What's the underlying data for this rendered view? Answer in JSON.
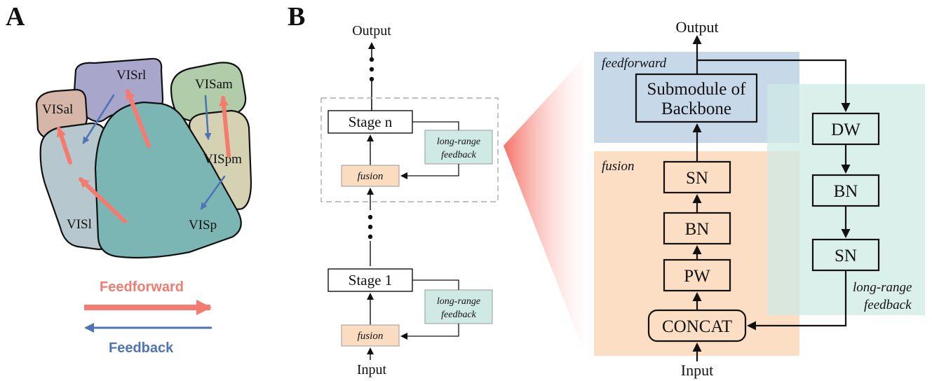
{
  "panel_a": {
    "letter": "A",
    "areas": {
      "visrl": "VISrl",
      "visal": "VISal",
      "visam": "VISam",
      "vispm": "VISpm",
      "visl": "VISl",
      "visp": "VISp"
    },
    "legend": {
      "feedforward": "Feedforward",
      "feedback": "Feedback"
    },
    "colors": {
      "feedforward": "#f47b6d",
      "feedback": "#4f74b3",
      "visrl": "#a9a6cc",
      "visal": "#d6b6a8",
      "visam": "#b1cca9",
      "vispm": "#d4d2b3",
      "visl": "#b6c7cd",
      "visp": "#7cb6b4"
    }
  },
  "panel_b": {
    "letter": "B",
    "left": {
      "output": "Output",
      "input": "Input",
      "stage_n": "Stage n",
      "stage_1": "Stage 1",
      "fusion": "fusion",
      "long_range_feedback_1": "long-range",
      "long_range_feedback_2": "feedback"
    },
    "right": {
      "output": "Output",
      "input": "Input",
      "feedforward_region": "feedforward",
      "fusion_region": "fusion",
      "long_range_region_1": "long-range",
      "long_range_region_2": "feedback",
      "submodule_1": "Submodule of",
      "submodule_2": "Backbone",
      "sn_top": "SN",
      "bn_mid": "BN",
      "pw": "PW",
      "concat": "CONCAT",
      "dw": "DW",
      "bn_right": "BN",
      "sn_right": "SN"
    },
    "colors": {
      "feedforward_region": "#c4d6e8",
      "fusion_region": "#fbdcc0",
      "long_range_region": "#cfe9e4"
    }
  }
}
